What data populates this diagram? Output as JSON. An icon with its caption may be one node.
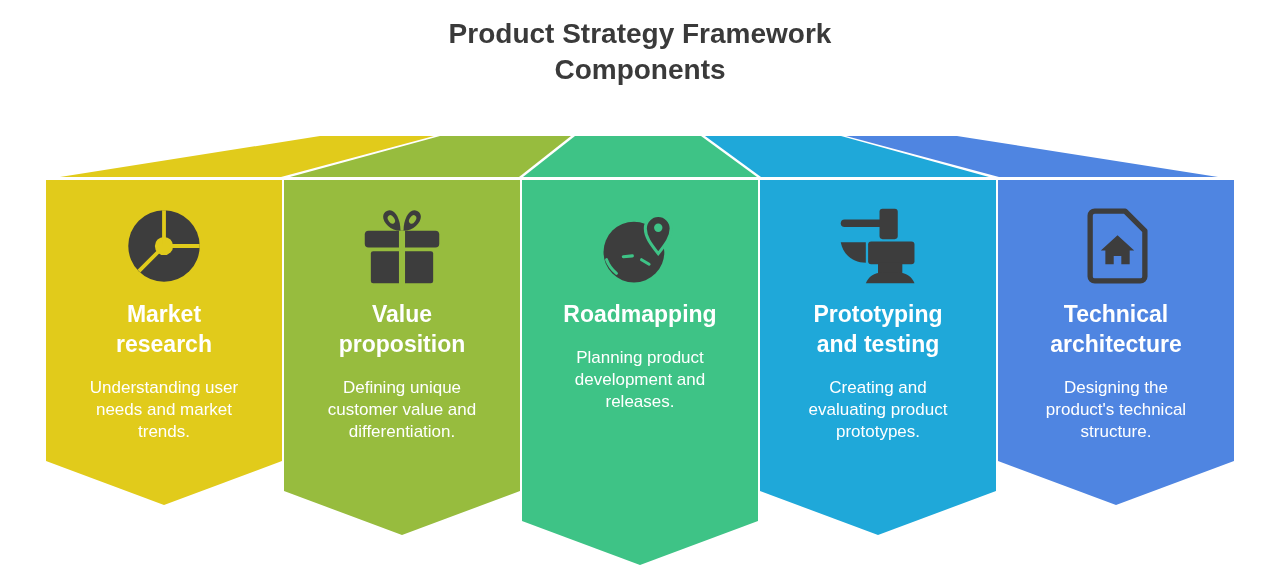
{
  "diagram": {
    "title": "Product Strategy Framework Components",
    "nodes": [
      {
        "text": [
          "Market research",
          "Understanding user needs and market trends."
        ]
      },
      {
        "text": [
          "Value proposition",
          "Defining unique customer value and differentiation."
        ]
      },
      {
        "text": [
          "Roadmapping",
          "Planning product development and releases."
        ]
      },
      {
        "text": [
          "Prototyping and testing",
          "Creating and evaluating product prototypes."
        ]
      },
      {
        "text": [
          "Technical architecture",
          "Designing the product's technical structure."
        ]
      }
    ]
  }
}
